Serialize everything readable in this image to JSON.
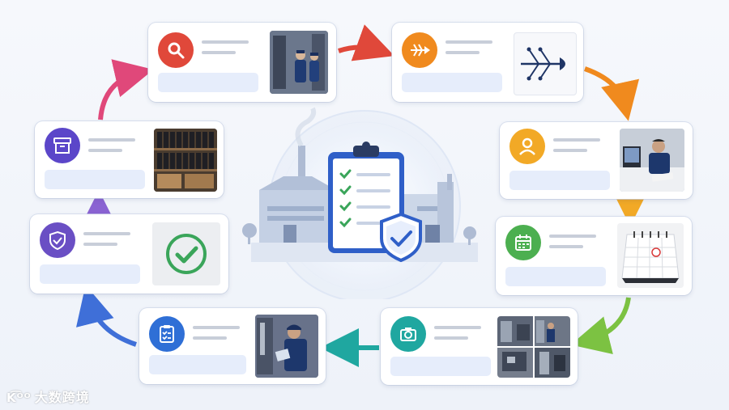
{
  "workflow": {
    "steps": [
      {
        "icon": "magnifier-icon",
        "color": "#e0483a",
        "photo": "factory-workers-photo"
      },
      {
        "icon": "fishbone-icon",
        "color": "#f08a1e",
        "photo": "fishbone-diagram"
      },
      {
        "icon": "user-icon",
        "color": "#f2a926",
        "photo": "engineer-desk-photo"
      },
      {
        "icon": "calendar-icon",
        "color": "#4caf50",
        "photo": "desk-calendar-photo"
      },
      {
        "icon": "camera-icon",
        "color": "#1fa7a0",
        "photo": "machine-photo-grid"
      },
      {
        "icon": "checklist-icon",
        "color": "#2f6fd6",
        "photo": "tablet-inspection-photo"
      },
      {
        "icon": "shield-check-icon",
        "color": "#6a4fc4",
        "photo": "green-checkmark"
      },
      {
        "icon": "archive-box-icon",
        "color": "#5b46c9",
        "photo": "document-shelves-photo"
      }
    ],
    "arrow_colors": [
      "#e0483a",
      "#f08a1e",
      "#f2a926",
      "#7cc242",
      "#1fa7a0",
      "#3f6fd8",
      "#8a63d2",
      "#e0487a"
    ]
  },
  "center": {
    "icon": "clipboard-shield-icon"
  },
  "watermark": {
    "logo": "K͡ᴼᴼ",
    "text": "大数跨境"
  }
}
